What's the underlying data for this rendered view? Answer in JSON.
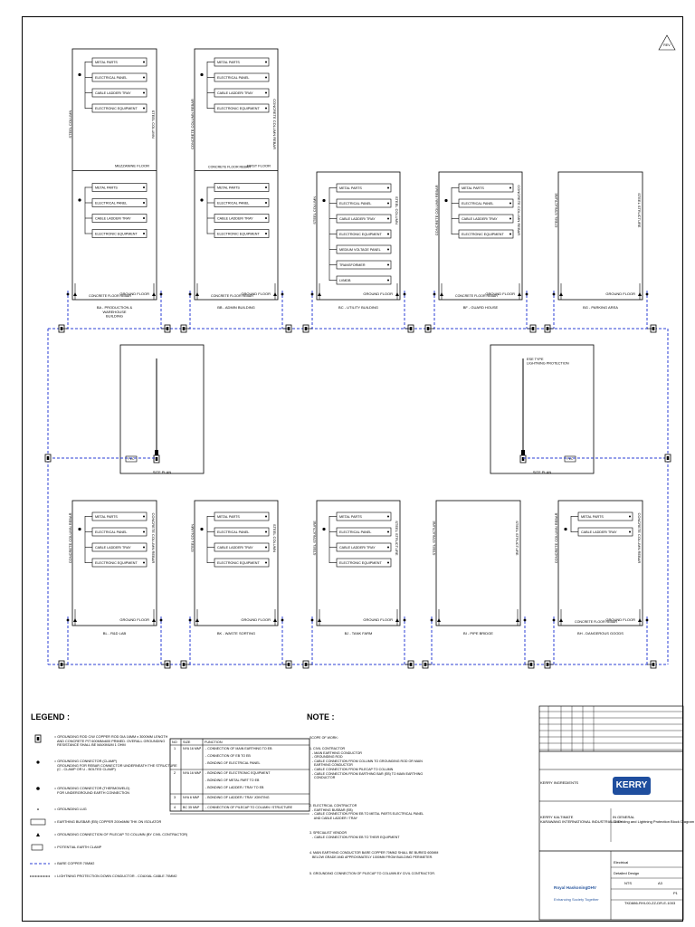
{
  "buildings_top": [
    {
      "id": "ba",
      "caption": "BA - PRODUCTION &\nWAREHOUSE\nBUILDING",
      "floor_upper": "MEZZANINE FLOOR",
      "floor": "GROUND FLOOR",
      "column": "STEEL COLUMN",
      "column_right": "STEEL COLUMN",
      "slab": "CONCRETE FLOOR REBAR",
      "items_upper": [
        "METAL PARTS",
        "ELECTRICAL PANEL",
        "CABLE LADDER/ TRAY",
        "ELECTRONIC EQUIPMENT"
      ],
      "items": [
        "METAL PARTS",
        "ELECTRICAL PANEL",
        "CABLE LADDER/ TRAY",
        "ELECTRONIC EQUIPMENT"
      ]
    },
    {
      "id": "bb",
      "caption": "BB - ADMIN BUILDING",
      "floor_upper": "FIRST FLOOR",
      "floor": "GROUND FLOOR",
      "column": "CONCRETE COLUMN REBAR",
      "column_right": "CONCRETE COLUMN REBAR",
      "slab": "CONCRETE FLOOR REBAR",
      "slab_upper": "CONCRETE FLOOR REBAR",
      "items_upper": [
        "METAL PARTS",
        "ELECTRICAL PANEL",
        "CABLE LADDER/ TRAY",
        "ELECTRONIC EQUIPMENT"
      ],
      "items": [
        "METAL PARTS",
        "ELECTRICAL PANEL",
        "CABLE LADDER/ TRAY",
        "ELECTRONIC EQUIPMENT"
      ]
    },
    {
      "id": "bc",
      "caption": "BC - UTILITY BUILDING",
      "floor": "GROUND FLOOR",
      "column": "STEEL COLUMN",
      "column_right": "STEEL COLUMN",
      "items": [
        "METAL PARTS",
        "ELECTRICAL PANEL",
        "CABLE LADDER/ TRAY",
        "ELECTRONIC EQUIPMENT",
        "MEDIUM VOLTAGE PANEL",
        "TRANSFORMER",
        "LVMDB"
      ]
    },
    {
      "id": "bf",
      "caption": "BF - GUARD HOUSE",
      "floor": "GROUND FLOOR",
      "column": "CONCRETE COLUMN REBAR",
      "column_right": "CONCRETE COLUMN REBAR",
      "slab": "CONCRETE FLOOR REBAR",
      "items": [
        "METAL PARTS",
        "ELECTRICAL PANEL",
        "CABLE LADDER/ TRAY",
        "ELECTRONIC EQUIPMENT"
      ]
    },
    {
      "id": "bg",
      "caption": "BG - PARKING AREA",
      "floor": "GROUND FLOOR",
      "column": "STEEL STRUCTURE",
      "column_right": "STEEL STRUCTURE",
      "items": []
    }
  ],
  "buildings_bottom": [
    {
      "id": "bl",
      "caption": "BL - R&D LAB",
      "floor": "GROUND FLOOR",
      "column": "CONCRETE COLUMN REBAR",
      "column_right": "CONCRETE COLUMN REBAR",
      "items": [
        "METAL PARTS",
        "ELECTRICAL PANEL",
        "CABLE LADDER/ TRAY",
        "ELECTRONIC EQUIPMENT"
      ]
    },
    {
      "id": "bk",
      "caption": "BK - WASTE SORTING",
      "floor": "GROUND FLOOR",
      "column": "STEEL COLUMN",
      "column_right": "STEEL COLUMN",
      "items": [
        "METAL PARTS",
        "ELECTRICAL PANEL",
        "CABLE LADDER/ TRAY",
        "ELECTRONIC EQUIPMENT"
      ]
    },
    {
      "id": "bj",
      "caption": "BJ - TANK FARM",
      "floor": "GROUND FLOOR",
      "column": "STEEL STRUCTURE",
      "column_right": "STEEL STRUCTURE",
      "items": [
        "METAL PARTS",
        "ELECTRICAL PANEL",
        "CABLE LADDER/ TRAY",
        "ELECTRONIC EQUIPMENT"
      ]
    },
    {
      "id": "bi",
      "caption": "BI - PIPE BRIDGE",
      "floor": "",
      "column": "STEEL STRUCTURE",
      "column_right": "STEEL STRUCTURE",
      "items": []
    },
    {
      "id": "bh",
      "caption": "BH - DANGEROUS GOODS",
      "floor": "GROUND FLOOR",
      "column": "CONCRETE COLUMN REBAR",
      "column_right": "CONCRETE COLUMN REBAR",
      "slab": "CONCRETE FLOOR REBAR",
      "items": [
        "METAL PARTS",
        "CABLE LADDER/ TRAY"
      ]
    }
  ],
  "site_plans": [
    {
      "caption": "SITE PLAN",
      "label": ""
    },
    {
      "caption": "SITE PLAN",
      "label": "ESE TYPE\nLIGHTNING PROTECTION"
    }
  ],
  "pec_label": "PEC",
  "rev_mark": "REV",
  "legend": {
    "title": "LEGEND :",
    "rows": [
      {
        "text": "= GROUNDING ROD C/W COPPER ROD DIA 16MM x 3000MM LENGTH\n   AND CONCRETE PIT 600MMx600 PRIMED. OVERALL GROUNDING\n   RESISTANCE SHALL BE MAXIMUM 1 OHM"
      },
      {
        "text": "= GROUNDING CONNECTOR (CLAMP)\n   GROUNDING FOR REBAR CONNECTOR UNDERNEATH THE STRUCTURE\n   (C - CLAMP OR U - BOLTED CLAMP)"
      },
      {
        "text": "= GROUNDING CONNECTOR (THERMOWELD)\n   FOR UNDERGROUND EARTH CONNECTION"
      },
      {
        "text": "= GROUNDING LUG"
      },
      {
        "text": "= EARTHING BUSBAR (EB) COPPER 200x6MM THK ON ISOLATOR"
      },
      {
        "text": "= GROUNDING CONNECTION OF PILECAP TO COLUMN (BY CIVIL CONTRACTOR)"
      },
      {
        "text": "= POTENTIAL EARTH CLAMP"
      },
      {
        "text": "= BARE COPPER 70MM2"
      },
      {
        "text": "= LIGHTNING PROTECTION DOWN CONDUCTOR - COAXIAL CABLE 70MM2"
      }
    ]
  },
  "function_table": {
    "headers": [
      "NO",
      "SIZE",
      "FUNCTION"
    ],
    "rows": [
      {
        "no": "1",
        "size": "NYA 16 MM²",
        "lines": [
          "- CONNECTION OF MAIN EARTHING TO EB",
          "- CONNECTION OF EB TO EB",
          "- BONDING OF ELECTRICAL PANEL"
        ]
      },
      {
        "no": "2",
        "size": "NYA 16 MM²",
        "lines": [
          "- BONDING OF ELECTRONIC EQUIPMENT",
          "- BONDING OF METAL PART TO EB",
          "- BONDING OF LADDER / TRAY TO EB"
        ]
      },
      {
        "no": "3",
        "size": "NYA 6 MM²",
        "lines": [
          "- BONDING OF LADDER / TRAY JOINTING"
        ]
      },
      {
        "no": "4",
        "size": "BC 35 MM²",
        "lines": [
          "- CONNECTION OF PILECAP TO COLUMN / STRUCTURE"
        ]
      }
    ]
  },
  "notes": {
    "title": "NOTE :",
    "items": [
      "SCOPE OF WORK:",
      "1. CIVIL CONTRACTOR\n   - MAIN EARTHING CONDUCTOR\n   - GROUNDING ROD\n   - CABLE CONNECTION FROM COLUMN TO GROUNDING ROD OR MAIN\n     EARTHING CONDUCTOR\n   - CABLE CONNECTION FROM PILECAP TO COLUMN\n   - CABLE CONNECTION FROM EARTHING BAR (EB) TO MAIN EARTHING\n     CONDUCTOR",
      "2. ELECTRICAL CONTRACTOR\n   - EARTHING BUSBAR (EB)\n   - CABLE CONNECTION FROM EB TO METAL PARTS ELECTRICAL PANEL\n     AND CABLE LADDER / TRAY",
      "3. SPECIALIST VENDOR\n   - CABLE CONNECTION FROM EB TO THEIR EQUIPMENT",
      "4. MAIN EARTHING CONDUCTOR BARE COPPER 70MM2 SHALL BE BURIED 600MM\n   BELOW GRADE AND APPROXIMATELY 1000MM FROM BUILDING PERIMETER.",
      "5. GROUNDING CONNECTION OF PILECAP TO COLUMN BY CIVIL CONTRACTOR."
    ]
  },
  "title_block": {
    "client": "KERRY INGREDIENTS",
    "logo": "KERRY",
    "project": "KERRY KALTIMATE\nKARAWANG INTERNATIONAL INDUSTRIAL CITY",
    "drawing_title": "IN GENERAL\nGrounding and Lightning Protection Block Diagram",
    "discipline": "Electrical",
    "stage": "Detailed Design",
    "scale": "NTS",
    "size": "A3",
    "drawing_no": "TKD886-RHI-00-ZZ-DR-E-1003",
    "rev": "P1",
    "company": "Royal\nHaskoningDHV",
    "company_tagline": "Enhancing Society Together"
  },
  "colors": {
    "line": "#000000",
    "bus": "#2b3fd6",
    "accent": "#1f4e9e"
  }
}
